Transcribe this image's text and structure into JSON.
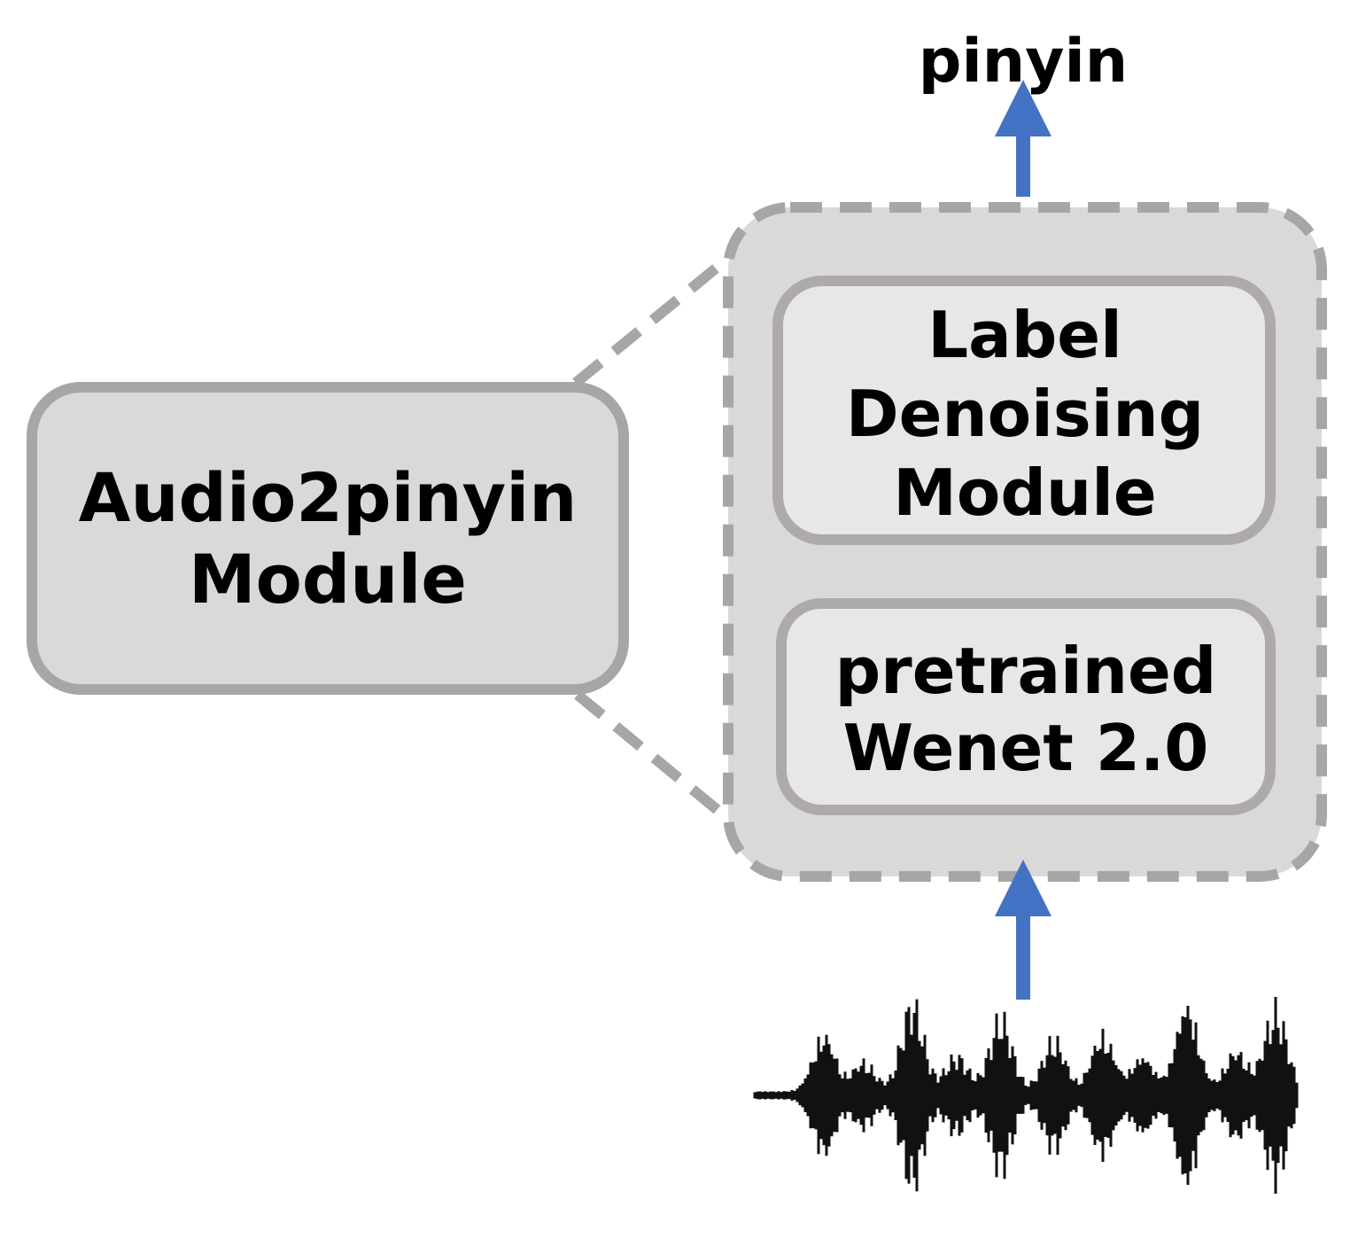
{
  "output_label": "pinyin",
  "left_module": {
    "line1": "Audio2pinyin",
    "line2": "Module"
  },
  "top_module": {
    "line1": "Label",
    "line2": "Denoising",
    "line3": "Module"
  },
  "bottom_module": {
    "line1": "pretrained",
    "line2": "Wenet 2.0"
  },
  "colors": {
    "arrow": "#4472c4",
    "box_fill": "#d9d9d9",
    "inner_fill": "#e7e7e7",
    "border": "#a6a6a6",
    "waveform": "#111111"
  }
}
